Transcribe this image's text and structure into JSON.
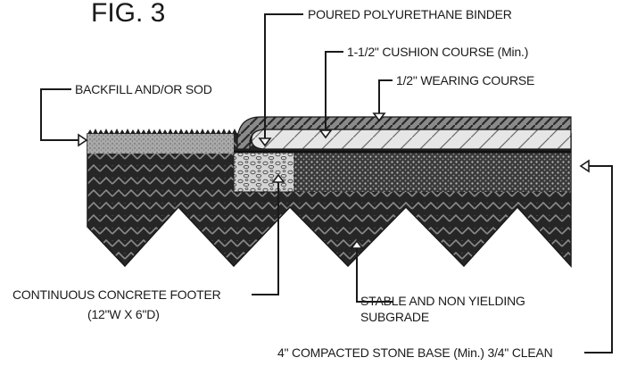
{
  "figure": {
    "title": "FIG. 3"
  },
  "callouts": {
    "binder": "POURED POLYURETHANE BINDER",
    "cushion": "1-1/2\" CUSHION COURSE (Min.)",
    "wearing": "1/2\" WEARING COURSE",
    "backfill": "BACKFILL AND/OR SOD",
    "footer_line1": "CONTINUOUS CONCRETE FOOTER",
    "footer_line2": "(12\"W X 6\"D)",
    "subgrade_line1": "STABLE AND NON YIELDING",
    "subgrade_line2": "SUBGRADE",
    "stone_base": "4\" COMPACTED STONE BASE (Min.) 3/4\" CLEAN"
  },
  "colors": {
    "ink": "#1a1a1a",
    "subgrade": "#2b2b2b",
    "wearing": "#7d7d7d",
    "cushion": "#e4e4e4",
    "sod": "#a8a8a8",
    "stone": "#5a5a5a",
    "concrete": "#cfcfcf"
  }
}
